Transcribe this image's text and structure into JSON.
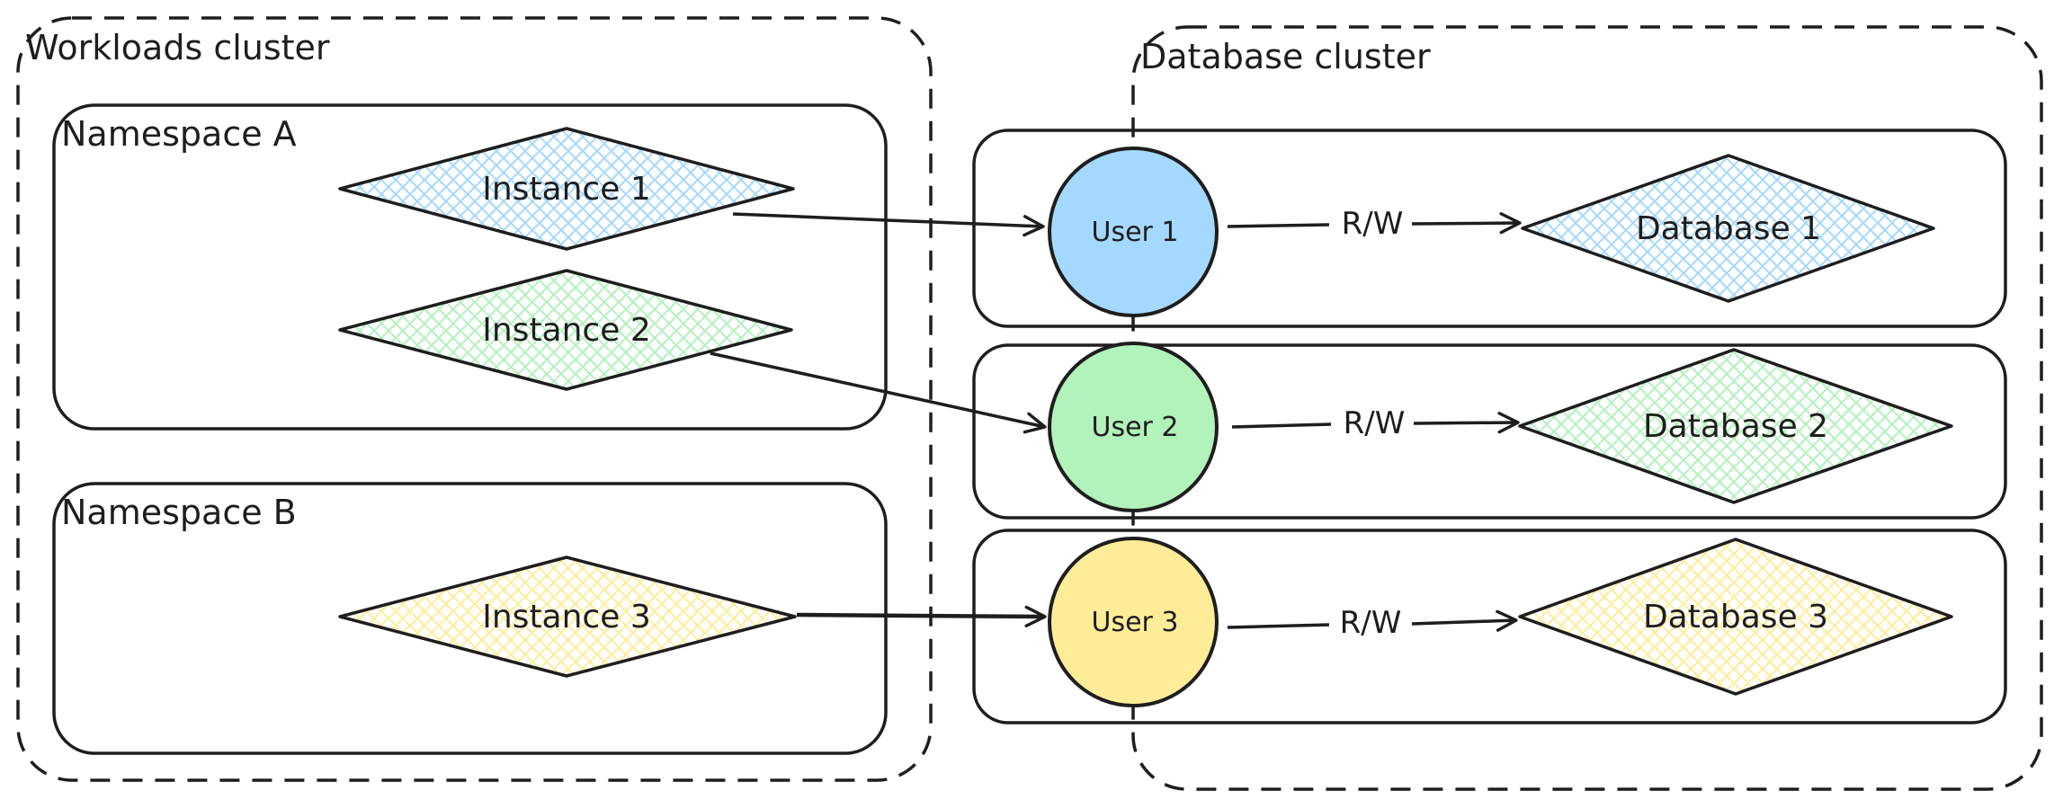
{
  "clusters": {
    "workloads": {
      "label": "Workloads cluster"
    },
    "database": {
      "label": "Database cluster"
    }
  },
  "namespaces": {
    "a": {
      "label": "Namespace A"
    },
    "b": {
      "label": "Namespace B"
    }
  },
  "instances": [
    {
      "label": "Instance 1",
      "color": "#a5d8ff"
    },
    {
      "label": "Instance 2",
      "color": "#b2f2bb"
    },
    {
      "label": "Instance 3",
      "color": "#ffec99"
    }
  ],
  "users": [
    {
      "label": "User 1",
      "color": "#a5d8ff"
    },
    {
      "label": "User 2",
      "color": "#b2f2bb"
    },
    {
      "label": "User 3",
      "color": "#ffec99"
    }
  ],
  "databases": [
    {
      "label": "Database 1",
      "color": "#a5d8ff"
    },
    {
      "label": "Database 2",
      "color": "#b2f2bb"
    },
    {
      "label": "Database 3",
      "color": "#ffec99"
    }
  ],
  "edges": {
    "rw_label": "R/W"
  },
  "colors": {
    "stroke": "#1e1e1e",
    "blue": "#a5d8ff",
    "green": "#b2f2bb",
    "yellow": "#ffec99"
  }
}
